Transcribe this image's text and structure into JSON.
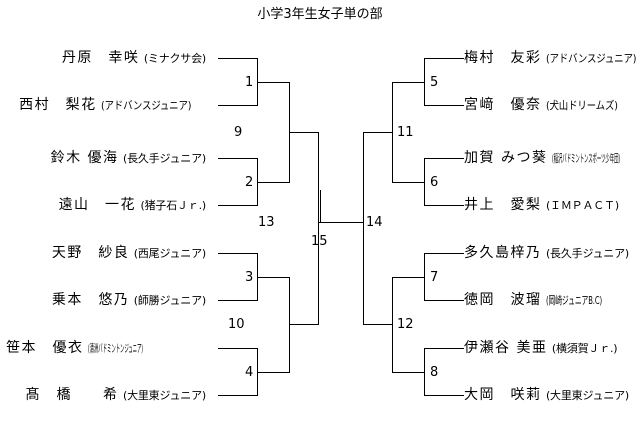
{
  "title": "小学3年生女子単の部",
  "bracket": {
    "type": "single-elimination",
    "rounds": 4,
    "left_players": [
      {
        "name": "丹原　幸咲",
        "club": "(ミナクサ会)",
        "seat": 1
      },
      {
        "name": "西村　梨花",
        "club": "(アドバンスジュニア)",
        "seat": 2
      },
      {
        "name": "鈴木 優海",
        "club": "(長久手ジュニア)",
        "seat": 3
      },
      {
        "name": "遠山　一花",
        "club": "(猪子石Ｊｒ.)",
        "seat": 4
      },
      {
        "name": "天野　紗良",
        "club": "(西尾ジュニア)",
        "seat": 5
      },
      {
        "name": "乗本　悠乃",
        "club": "(師勝ジュニア)",
        "seat": 6
      },
      {
        "name": "笹本　優衣",
        "club": "(清洲バドミントンジュニア)",
        "seat": 7
      },
      {
        "name": "髙　橋　　希",
        "club": "(大里東ジュニア)",
        "seat": 8
      }
    ],
    "right_players": [
      {
        "name": "梅村　友彩",
        "club": "(アドバンスジュニア)",
        "seat": 1
      },
      {
        "name": "宮﨑　優奈",
        "club": "(犬山ドリームズ)",
        "seat": 2
      },
      {
        "name": "加賀 みつ葵",
        "club": "(稲沢バドミントンスポーツ少年団)",
        "seat": 3
      },
      {
        "name": "井上　愛梨",
        "club": "(ＩＭＰＡＣＴ)",
        "seat": 4
      },
      {
        "name": "多久島梓乃",
        "club": "(長久手ジュニア)",
        "seat": 5
      },
      {
        "name": "徳岡　波瑠",
        "club": "(岡崎ジュニアB.C)",
        "seat": 6
      },
      {
        "name": "伊瀬谷 美亜",
        "club": "(横須賀Ｊｒ.)",
        "seat": 7
      },
      {
        "name": "大岡　咲莉",
        "club": "(大里東ジュニア)",
        "seat": 8
      }
    ],
    "match_numbers": {
      "left_r1": [
        "1",
        "2",
        "3",
        "4"
      ],
      "right_r1": [
        "5",
        "6",
        "7",
        "8"
      ],
      "left_r2": [
        "9",
        "10"
      ],
      "right_r2": [
        "11",
        "12"
      ],
      "left_semi": "13",
      "right_semi": "14",
      "final": "15"
    }
  }
}
